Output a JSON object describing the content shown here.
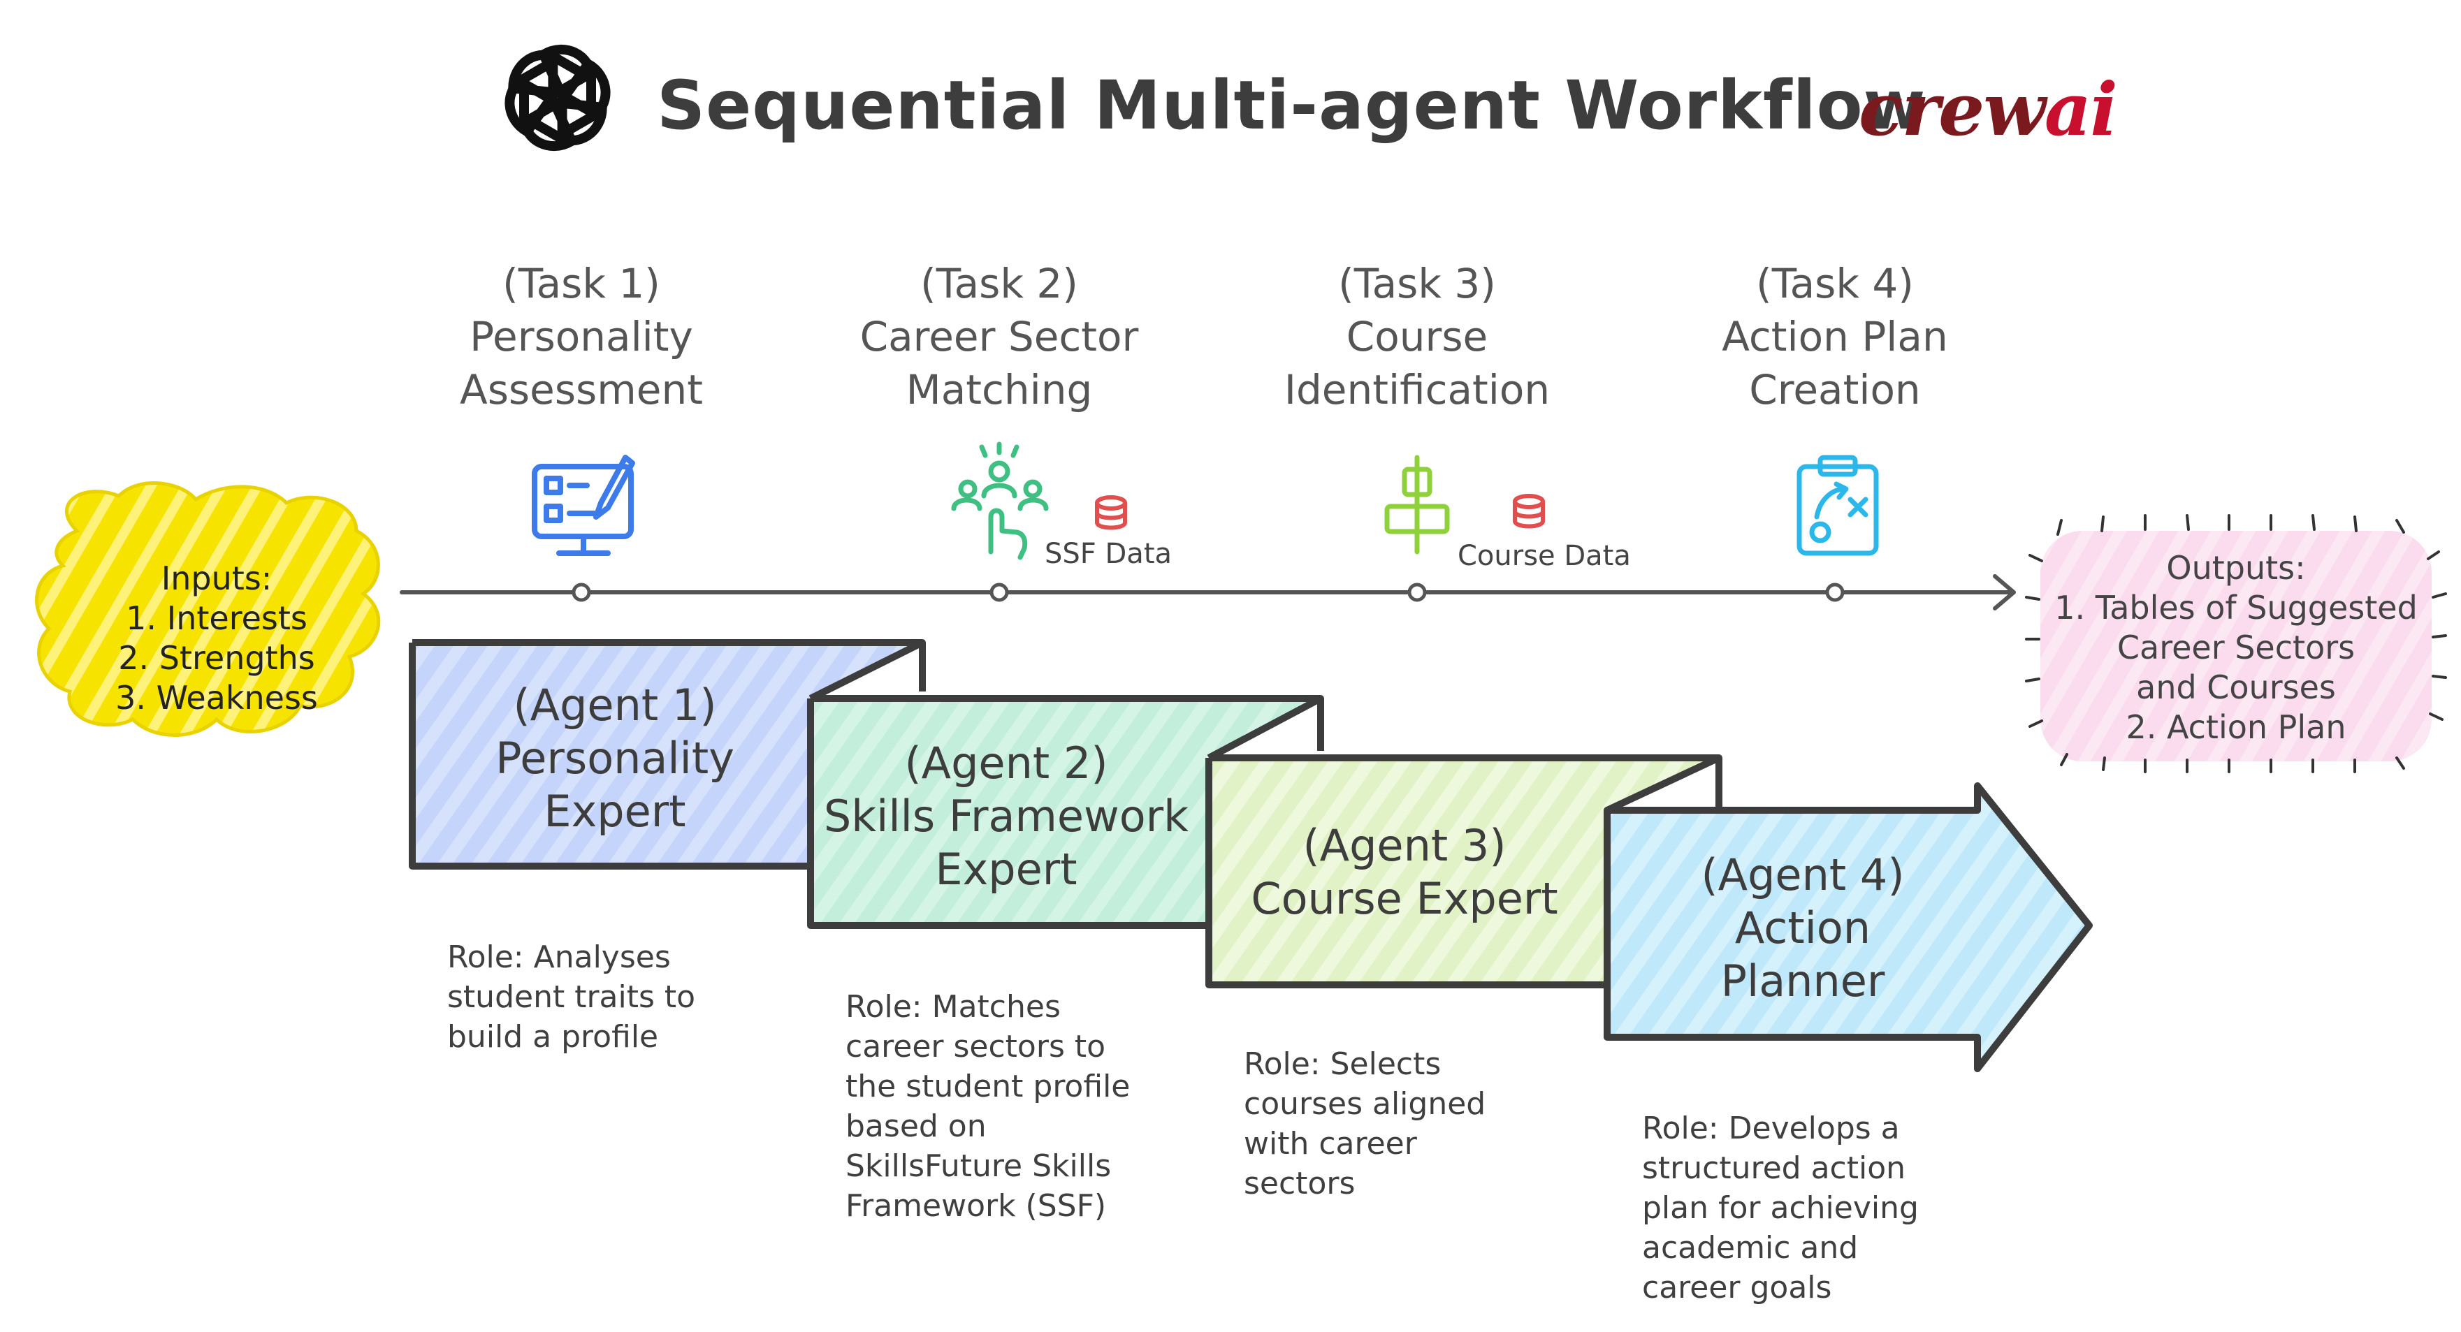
{
  "title": "Sequential Multi-agent Workflow",
  "logos": {
    "left_icon": "openai-logo",
    "right_brand": "crewai",
    "right_brand_part1": "crew",
    "right_brand_part2": "ai"
  },
  "colors": {
    "inputs_bg": "#f6e000",
    "outputs_bg": "#f9d9ec",
    "agent1": "#c9d8fb",
    "agent2": "#c8f0de",
    "agent3": "#e6f4cc",
    "agent4": "#c6ecfa",
    "outline": "#3d3d3d",
    "timeline": "#555555"
  },
  "inputs": {
    "title": "Inputs:",
    "items": [
      "1. Interests",
      "2. Strengths",
      "3. Weakness"
    ]
  },
  "outputs": {
    "lines": [
      "Outputs:",
      "1. Tables of Suggested",
      "Career Sectors",
      "and Courses",
      "2. Action Plan"
    ]
  },
  "tasks": [
    {
      "number": "(Task 1)",
      "name_line1": "Personality",
      "name_line2": "Assessment",
      "icon": "checklist-monitor-icon"
    },
    {
      "number": "(Task 2)",
      "name_line1": "Career Sector",
      "name_line2": "Matching",
      "icon": "team-select-icon",
      "data_source": "SSF Data"
    },
    {
      "number": "(Task 3)",
      "name_line1": "Course",
      "name_line2": "Identification",
      "icon": "align-center-icon",
      "data_source": "Course Data"
    },
    {
      "number": "(Task 4)",
      "name_line1": "Action Plan",
      "name_line2": "Creation",
      "icon": "clipboard-strategy-icon"
    }
  ],
  "agents": [
    {
      "lines": [
        "(Agent 1)",
        "Personality",
        "Expert"
      ]
    },
    {
      "lines": [
        "(Agent 2)",
        "Skills Framework",
        "Expert"
      ]
    },
    {
      "lines": [
        "(Agent 3)",
        "Course Expert"
      ]
    },
    {
      "lines": [
        "(Agent 4)",
        "Action",
        "Planner"
      ]
    }
  ],
  "roles": [
    {
      "lines": [
        "Role: Analyses",
        "student traits to",
        "build a profile"
      ]
    },
    {
      "lines": [
        "Role: Matches",
        "career sectors to",
        "the student profile",
        "based on",
        "SkillsFuture Skills",
        "Framework (SSF)"
      ]
    },
    {
      "lines": [
        "Role: Selects",
        "courses aligned",
        "with career",
        "sectors"
      ]
    },
    {
      "lines": [
        "Role: Develops a",
        "structured action",
        "plan for achieving",
        "academic and",
        "career goals"
      ]
    }
  ]
}
